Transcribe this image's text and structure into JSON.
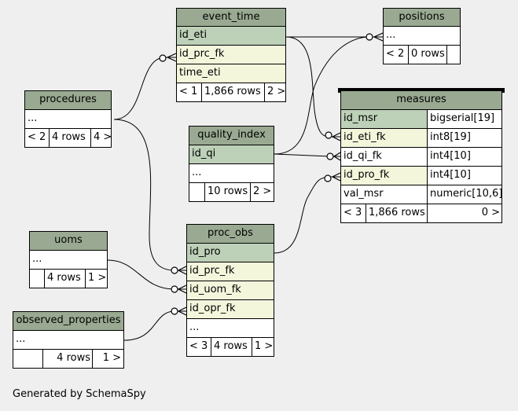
{
  "tables": {
    "event_time": {
      "name": "event_time",
      "columns": [
        "id_eti",
        "id_prc_fk",
        "time_eti"
      ],
      "footer": [
        "< 1",
        "1,866 rows",
        "2 >"
      ]
    },
    "positions": {
      "name": "positions",
      "columns": [
        "..."
      ],
      "footer": [
        "< 2",
        "0 rows",
        ""
      ]
    },
    "procedures": {
      "name": "procedures",
      "columns": [
        "..."
      ],
      "footer": [
        "< 2",
        "4 rows",
        "4 >"
      ]
    },
    "quality_index": {
      "name": "quality_index",
      "columns": [
        "id_qi",
        "..."
      ],
      "footer": [
        "",
        "10 rows",
        "2 >"
      ]
    },
    "measures": {
      "name": "measures",
      "columns": [
        {
          "name": "id_msr",
          "type": "bigserial[19]"
        },
        {
          "name": "id_eti_fk",
          "type": "int8[19]"
        },
        {
          "name": "id_qi_fk",
          "type": "int4[10]"
        },
        {
          "name": "id_pro_fk",
          "type": "int4[10]"
        },
        {
          "name": "val_msr",
          "type": "numeric[10,6]"
        }
      ],
      "footer": [
        "< 3",
        "1,866 rows",
        "0 >"
      ]
    },
    "uoms": {
      "name": "uoms",
      "columns": [
        "..."
      ],
      "footer": [
        "",
        "4 rows",
        "1 >"
      ]
    },
    "proc_obs": {
      "name": "proc_obs",
      "columns": [
        "id_pro",
        "id_prc_fk",
        "id_uom_fk",
        "id_opr_fk",
        "..."
      ],
      "footer": [
        "< 3",
        "4 rows",
        "1 >"
      ]
    },
    "observed_properties": {
      "name": "observed_properties",
      "columns": [
        "..."
      ],
      "footer": [
        "",
        "4 rows",
        "1 >"
      ]
    }
  },
  "generated_by": "Generated by SchemaSpy"
}
